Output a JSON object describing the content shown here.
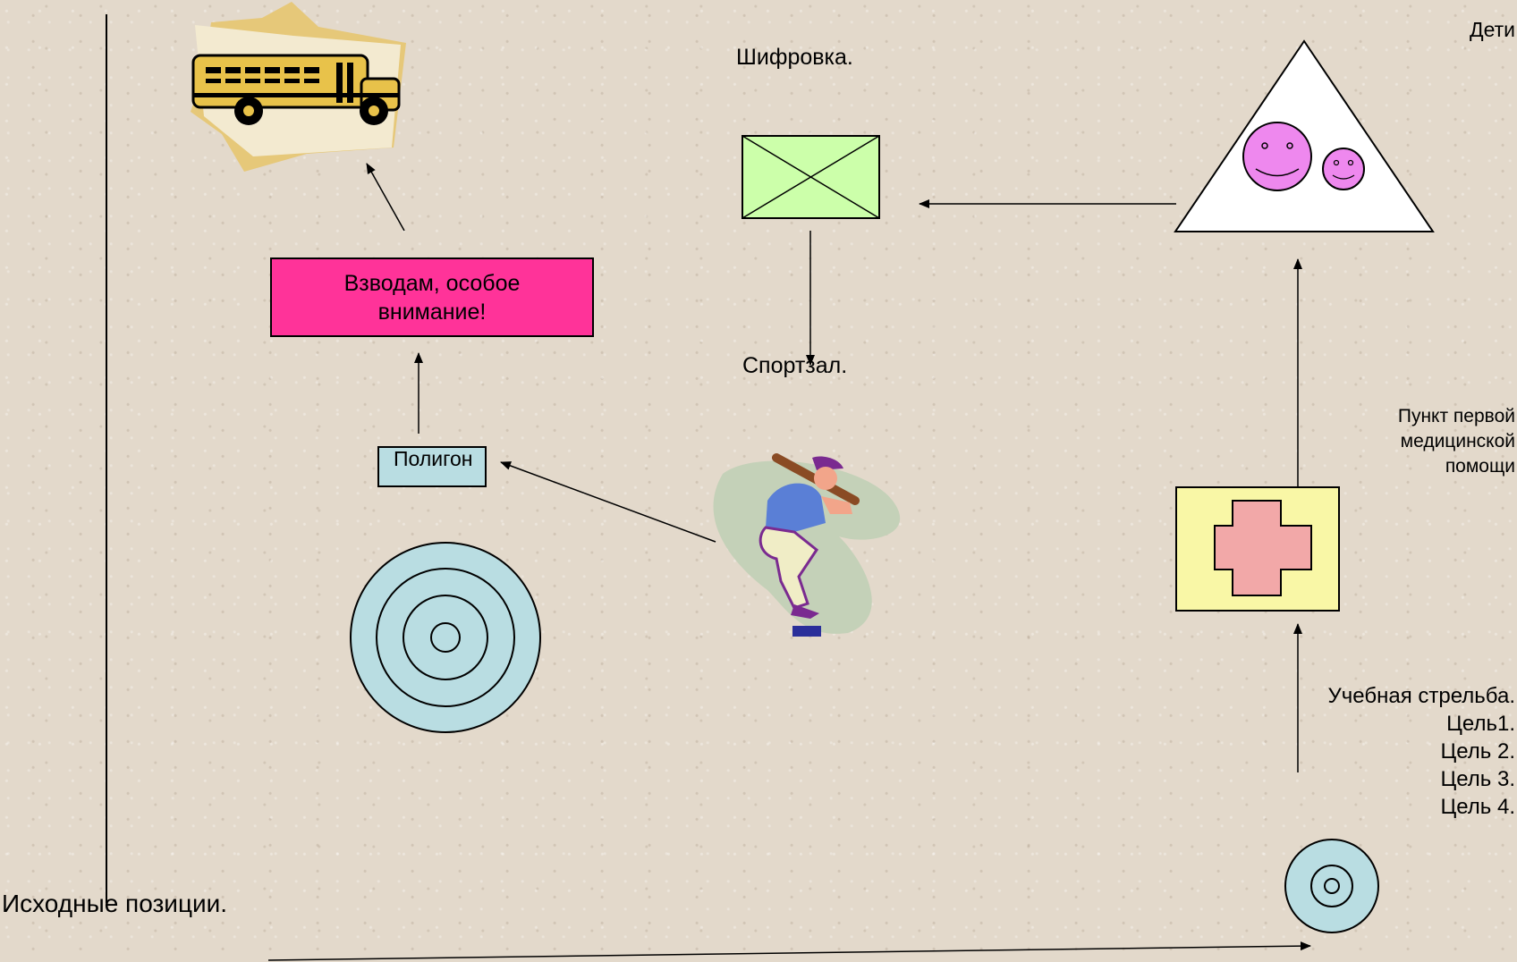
{
  "labels": {
    "children": "Дети",
    "encryption": "Шифровка.",
    "gym": "Спортзал.",
    "platoons_notice": "Взводам, особое внимание!",
    "polygon": "Полигон",
    "first_aid": "Пункт первой медицинской помощи",
    "start_positions": "Исходные позиции.",
    "training_shooting": "Учебная стрельба.",
    "targets": [
      "Цель1.",
      "Цель 2.",
      "Цель 3.",
      "Цель 4."
    ]
  },
  "icons": {
    "bus": "school-bus-icon",
    "envelope": "envelope-icon",
    "children": "smiley-faces-triangle-icon",
    "first_aid": "red-cross-icon",
    "batter": "baseball-batter-icon",
    "target_large": "target-icon",
    "target_small": "target-icon"
  },
  "colors": {
    "background": "#e3d9cb",
    "notice_box": "#ff3399",
    "polygon_box": "#b9dde2",
    "envelope": "#ccffaa",
    "first_aid_box": "#f9f7a6",
    "cross": "#f2a8a8",
    "smiley": "#ee88ee",
    "target": "#b9dde2",
    "bus": "#e8c24a"
  }
}
